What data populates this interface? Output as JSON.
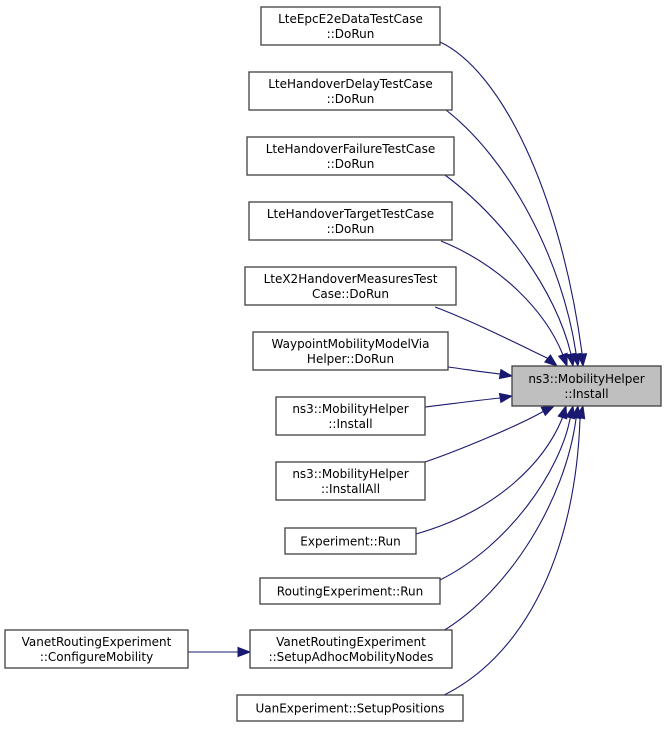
{
  "diagram": {
    "type": "doxygen-caller-graph",
    "colors": {
      "edge": "#191970",
      "node_border": "#404040",
      "target_fill": "#bfbfbf",
      "node_fill": "#ffffff"
    },
    "target": {
      "id": "target",
      "lines": [
        "ns3::MobilityHelper",
        "::Install"
      ]
    },
    "nodes": [
      {
        "id": "n1",
        "lines": [
          "LteEpcE2eDataTestCase",
          "::DoRun"
        ]
      },
      {
        "id": "n2",
        "lines": [
          "LteHandoverDelayTestCase",
          "::DoRun"
        ]
      },
      {
        "id": "n3",
        "lines": [
          "LteHandoverFailureTestCase",
          "::DoRun"
        ]
      },
      {
        "id": "n4",
        "lines": [
          "LteHandoverTargetTestCase",
          "::DoRun"
        ]
      },
      {
        "id": "n5",
        "lines": [
          "LteX2HandoverMeasuresTest",
          "Case::DoRun"
        ]
      },
      {
        "id": "n6",
        "lines": [
          "WaypointMobilityModelVia",
          "Helper::DoRun"
        ]
      },
      {
        "id": "n7",
        "lines": [
          "ns3::MobilityHelper",
          "::Install"
        ]
      },
      {
        "id": "n8",
        "lines": [
          "ns3::MobilityHelper",
          "::InstallAll"
        ]
      },
      {
        "id": "n9",
        "lines": [
          "Experiment::Run"
        ]
      },
      {
        "id": "n10",
        "lines": [
          "RoutingExperiment::Run"
        ]
      },
      {
        "id": "n11",
        "lines": [
          "VanetRoutingExperiment",
          "::SetupAdhocMobilityNodes"
        ]
      },
      {
        "id": "n12",
        "lines": [
          "UanExperiment::SetupPositions"
        ]
      },
      {
        "id": "n13",
        "lines": [
          "VanetRoutingExperiment",
          "::ConfigureMobility"
        ]
      }
    ],
    "edges": [
      {
        "from": "n1",
        "to": "target"
      },
      {
        "from": "n2",
        "to": "target"
      },
      {
        "from": "n3",
        "to": "target"
      },
      {
        "from": "n4",
        "to": "target"
      },
      {
        "from": "n5",
        "to": "target"
      },
      {
        "from": "n6",
        "to": "target"
      },
      {
        "from": "n7",
        "to": "target"
      },
      {
        "from": "n8",
        "to": "target"
      },
      {
        "from": "n9",
        "to": "target"
      },
      {
        "from": "n10",
        "to": "target"
      },
      {
        "from": "n11",
        "to": "target"
      },
      {
        "from": "n12",
        "to": "target"
      },
      {
        "from": "n13",
        "to": "n11"
      }
    ]
  }
}
